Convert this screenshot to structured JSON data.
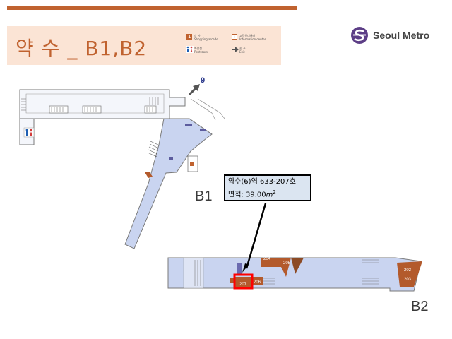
{
  "title": "약 수 _ B1,B2",
  "brand": {
    "name": "Seoul Metro",
    "logo_icon": "seoul-metro-logo"
  },
  "legend": [
    {
      "icon": "shopping-arcade-box",
      "code": "1",
      "label_ko": "상 가",
      "label_en": "Shopping arcade"
    },
    {
      "icon": "information-center-box",
      "code": "i",
      "label_ko": "고객안내센터",
      "label_en": "Information center"
    },
    {
      "icon": "restroom-icon",
      "label_ko": "화장실",
      "label_en": "Restroom"
    },
    {
      "icon": "exit-arrow-icon",
      "label_ko": "출 구",
      "label_en": "Exit"
    }
  ],
  "exit_number": "9",
  "floors": {
    "b1": "B1",
    "b2": "B2"
  },
  "shops": [
    "202",
    "203",
    "204",
    "205",
    "206",
    "207"
  ],
  "callout": {
    "line1": "약수(6)역 633-207호",
    "line2_label": "면적: 39.00",
    "unit": "m",
    "unit_sup": "2"
  },
  "colors": {
    "accent": "#c0622f",
    "title_band": "#fbe4d5",
    "concourse": "#c9d4f0",
    "shop": "#b35a2c",
    "highlight": "#ff0000",
    "callout_bg": "#dbe5f1"
  }
}
